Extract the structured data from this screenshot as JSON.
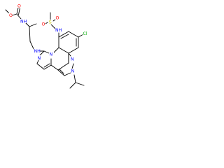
{
  "colors": {
    "background": "#ffffff",
    "bond": "#000000",
    "carbon_text": "#000000",
    "oxygen": "#ff0000",
    "nitrogen": "#0000ff",
    "sulfur": "#cccc00",
    "chlorine": "#00aa00"
  },
  "atom_labels": {
    "ester_o": "O",
    "carbonyl_o": "O",
    "carbamate_nh": "NH",
    "sulfur": "S",
    "sulfonyl_o_left": "O",
    "sulfonyl_o_right": "O",
    "sulfonamide_nh": "NH",
    "chlorine": "Cl",
    "amine_nh": "NH",
    "pyrimidine_n1": "N",
    "pyrimidine_n3": "N",
    "pyrazole_n1": "N",
    "pyrazole_n2": "N"
  }
}
